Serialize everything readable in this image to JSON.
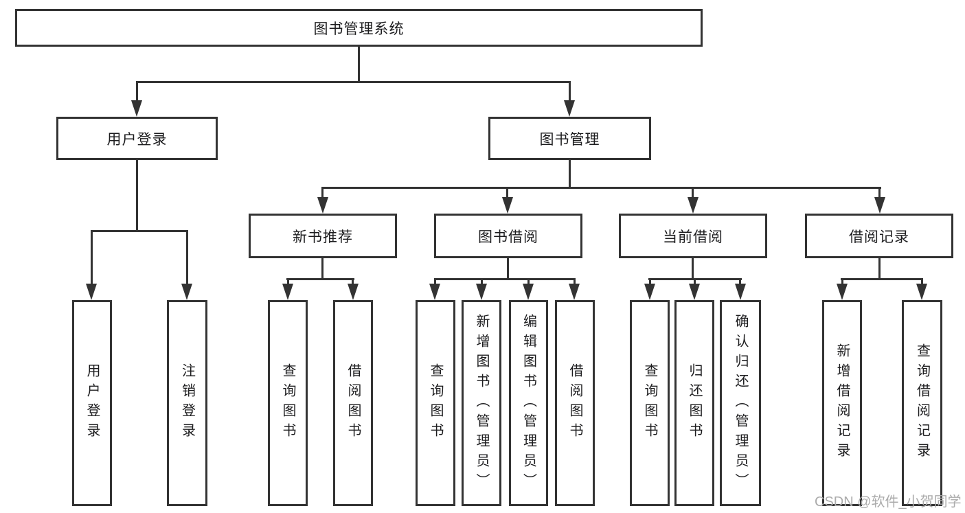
{
  "diagram": {
    "root": {
      "label": "图书管理系统"
    },
    "level2": [
      {
        "label": "用户登录"
      },
      {
        "label": "图书管理"
      }
    ],
    "level3": [
      {
        "label": "新书推荐"
      },
      {
        "label": "图书借阅"
      },
      {
        "label": "当前借阅"
      },
      {
        "label": "借阅记录"
      }
    ],
    "leaves": [
      {
        "label": "用户登录",
        "parent": "用户登录"
      },
      {
        "label": "注销登录",
        "parent": "用户登录"
      },
      {
        "label": "查询图书",
        "parent": "新书推荐"
      },
      {
        "label": "借阅图书",
        "parent": "新书推荐"
      },
      {
        "label": "查询图书",
        "parent": "图书借阅"
      },
      {
        "label": "新增图书（管理员）",
        "parent": "图书借阅"
      },
      {
        "label": "编辑图书（管理员）",
        "parent": "图书借阅"
      },
      {
        "label": "借阅图书",
        "parent": "图书借阅"
      },
      {
        "label": "查询图书",
        "parent": "当前借阅"
      },
      {
        "label": "归还图书",
        "parent": "当前借阅"
      },
      {
        "label": "确认归还（管理员）",
        "parent": "当前借阅"
      },
      {
        "label": "新增借阅记录",
        "parent": "借阅记录"
      },
      {
        "label": "查询借阅记录",
        "parent": "借阅记录"
      }
    ],
    "watermark": "CSDN @软件_小贺同学",
    "colors": {
      "line": "#333333",
      "text": "#1d1d1f",
      "watermark": "#ababab",
      "background": "#ffffff"
    }
  }
}
